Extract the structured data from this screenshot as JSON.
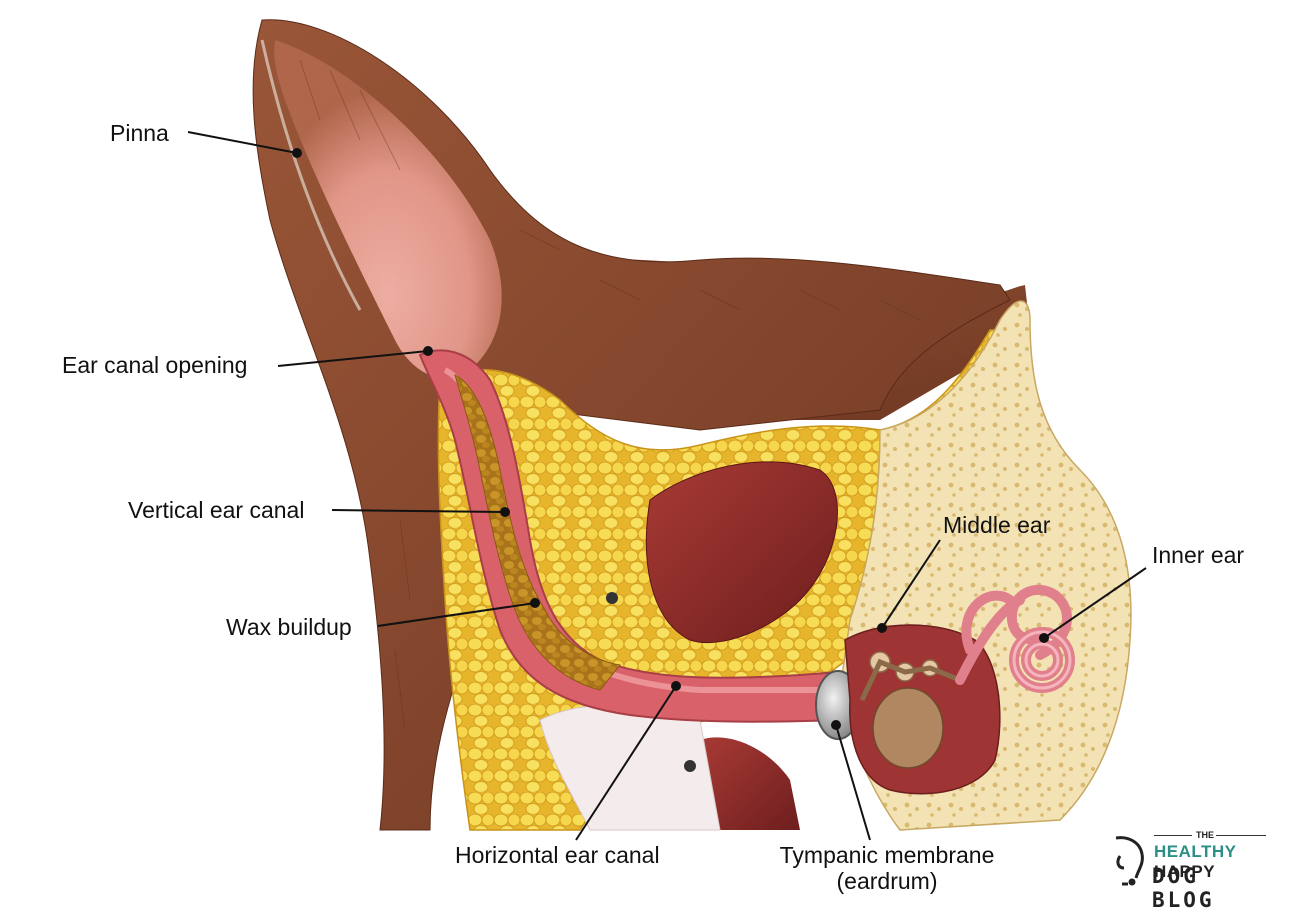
{
  "labels": {
    "pinna": "Pinna",
    "ear_canal_opening": "Ear canal opening",
    "vertical_ear_canal": "Vertical ear canal",
    "wax_buildup": "Wax buildup",
    "horizontal_ear_canal": "Horizontal ear canal",
    "tympanic_membrane_1": "Tympanic membrane",
    "tympanic_membrane_2": "(eardrum)",
    "middle_ear": "Middle ear",
    "inner_ear": "Inner ear"
  },
  "logo": {
    "the": "THE",
    "healthy": "HEALTHY",
    "happy": "HAPPY",
    "dog_blog": "DOG BLOG"
  },
  "colors": {
    "fur": "#8a4a30",
    "fat": "#f2d04a",
    "canal": "#d9626a",
    "bone": "#f3e3b4",
    "wax": "#b8861f",
    "logo_accent": "#2b8f86"
  }
}
